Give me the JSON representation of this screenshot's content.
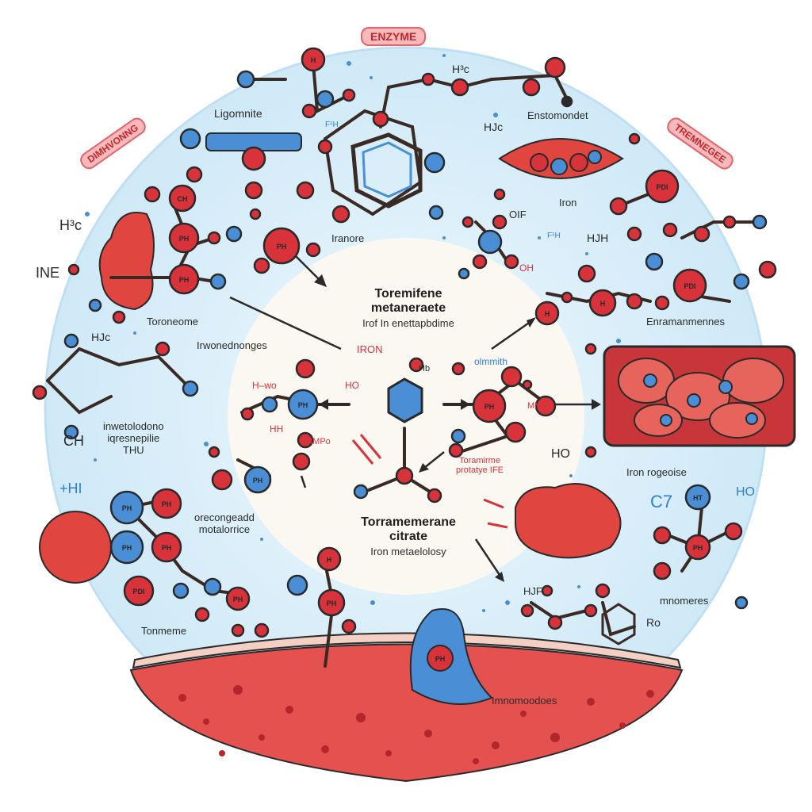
{
  "title": "ENZYME",
  "side_badges": {
    "left": "DIMHVONNG",
    "right": "TREMNEGEE"
  },
  "center": {
    "top_title": "Toremifene\nmetaneraete",
    "top_sub": "Irof In enettapbdime",
    "bottom_title": "Torramemerane\ncitrate",
    "bottom_sub": "Iron metaelolosy",
    "iron_label": "IRON"
  },
  "labels": {
    "ligomnite": "Ligomnite",
    "enstomondet": "Enstomondet",
    "iron_top": "Iron",
    "ironore": "Iranore",
    "toroneome": "Toroneome",
    "enranmennes": "Enramanmennes",
    "irwonednonges": "Irwonednonges",
    "inwetolodono": "inwetolodono\niqresnepilie\nTHU",
    "iron_rogeoise": "Iron rogeoise",
    "orecongeadd": "orecongeadd\nmotalorrice",
    "tonmeme": "Tonmeme",
    "imnomoodoes": "Imnomoodoes",
    "mnomeres": "mnomeres",
    "toramirme": "Toramirme\nprotatye IFE",
    "olmmith": "olmmith",
    "h3c_left": "H³c",
    "ine": "INE",
    "hj_top": "HJc",
    "hj_mid": "HJc",
    "h3c_top": "H³c",
    "ch_left": "CH",
    "h_wo": "H‒wo",
    "ho_center": "HO",
    "hh_center": "HH",
    "mmp": "MMPo",
    "ho_right": "HO",
    "hjh": "HJH",
    "oif": "OIF",
    "oh_red": "OH",
    "hi_left": "+HI",
    "ro": "Ro",
    "hjf_bottom": "HJF",
    "mmpo_right": "MMPo",
    "c7": "C7",
    "ho_far_right": "HO",
    "hb": "Hb",
    "f_small": "F¹H",
    "f_small2": "F¹H"
  },
  "atom_labels": {
    "a1": "H",
    "a2": "CH",
    "a3": "PH",
    "a4": "PH",
    "a5": "PH",
    "a6": "PH",
    "a7": "PH",
    "a8": "PH",
    "a9": "PH",
    "a10": "PH",
    "a11": "PH",
    "a12": "H",
    "a13": "HT",
    "a14": "H",
    "a15": "PH",
    "a16": "PDI",
    "a17": "PH",
    "a18": "PH",
    "a19": "PDI",
    "a20": "PDI",
    "a21": "PH",
    "a22": "H",
    "a23": "PH"
  },
  "colors": {
    "circle_fill": "#e2f2fb",
    "center_fill": "#fbf8f2",
    "atom_red": "#d8323a",
    "atom_blue": "#4a8fd6",
    "ground": "#e5514f",
    "outline": "#2a2a2a"
  }
}
